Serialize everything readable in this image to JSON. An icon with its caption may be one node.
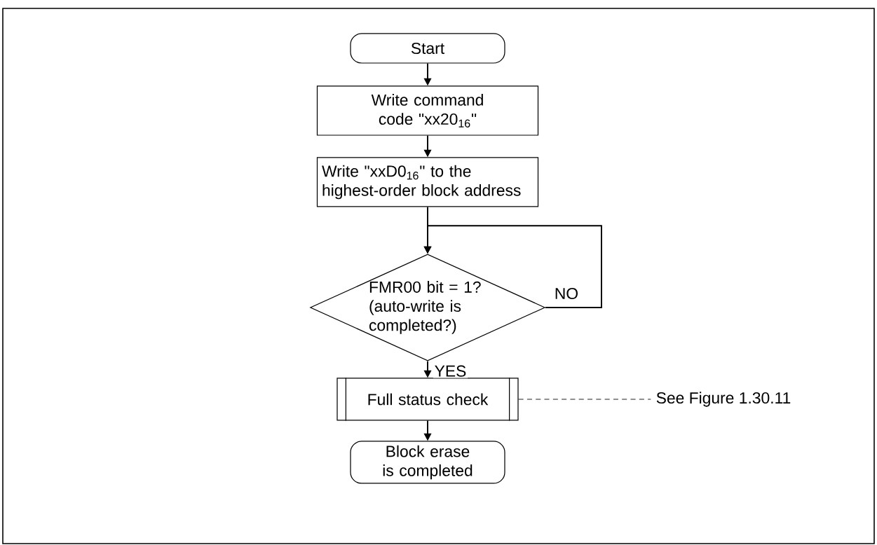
{
  "diagram": {
    "nodes": [
      {
        "text": [
          "Start"
        ]
      },
      {
        "text": [
          "Write command code \"xx20$_{16}$\""
        ]
      },
      {
        "text": [
          "Write \"xxD0$_{16}$\" to the highest-order block address"
        ]
      },
      {
        "text": [
          "FMR00 bit = 1? (auto-write is completed?)"
        ]
      },
      {
        "text": [
          "Full status check"
        ]
      },
      {
        "text": [
          "Block erase is completed"
        ]
      },
      {
        "text": [
          "See Figure 1.30.11"
        ]
      }
    ],
    "edges": [
      {
        "from": 0,
        "to": 1,
        "arrow": "to"
      },
      {
        "from": 1,
        "to": 2,
        "arrow": "to"
      },
      {
        "from": 2,
        "to": 3,
        "arrow": "to"
      },
      {
        "from": 3,
        "to": 3,
        "arrow": "to",
        "label": "NO"
      },
      {
        "from": 3,
        "to": 4,
        "arrow": "to",
        "label": "YES"
      },
      {
        "from": 4,
        "to": 5,
        "arrow": "to"
      },
      {
        "from": 4,
        "to": 6,
        "arrow": "none",
        "style": "dashed"
      }
    ]
  }
}
